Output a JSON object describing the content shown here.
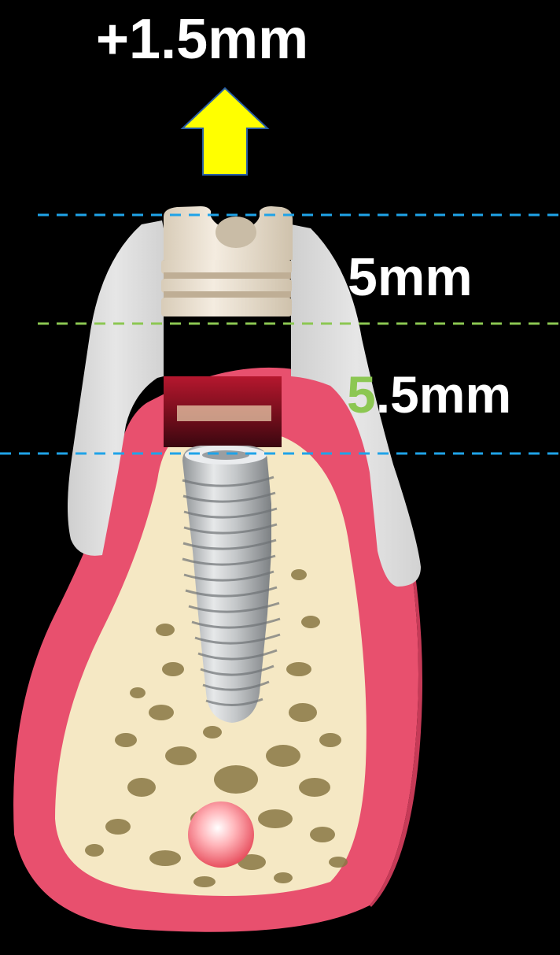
{
  "labels": {
    "height_increase": "+1.5mm",
    "upper_height": "5mm",
    "lower_height_digit": "5",
    "lower_height_rest": ".5mm"
  },
  "colors": {
    "background": "#000000",
    "arrow": "#ffff00",
    "blue_guide_line": "#1fa3e8",
    "green_guide_line": "#8cc752",
    "gingiva": "#e8506e",
    "bone": "#f5e8c4",
    "trabecular_bone": "#7a6a3c",
    "restoration_shell": "#d9d9d9",
    "abutment": "#eadfcf",
    "implant": "#b9bcbe",
    "nerve": "#ff8a93",
    "green_text_accent": "#8cc752",
    "white_text": "#ffffff"
  },
  "icons": {
    "arrow": "up-arrow-icon"
  }
}
